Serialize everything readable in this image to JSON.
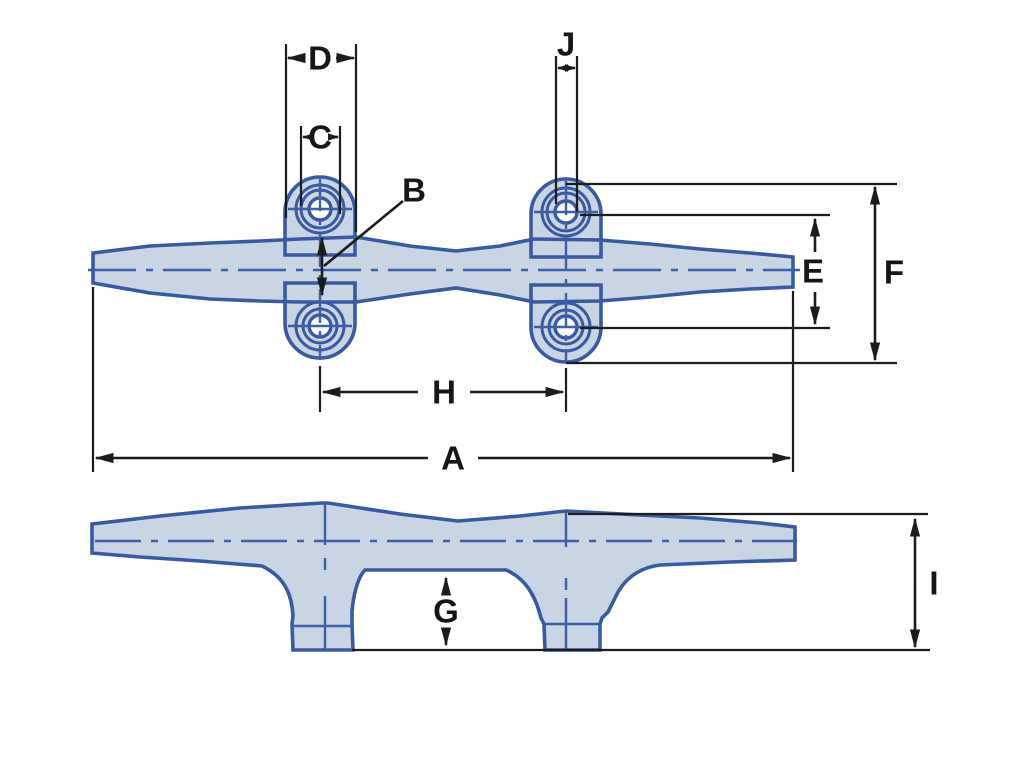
{
  "labels": {
    "A": "A",
    "B": "B",
    "C": "C",
    "D": "D",
    "E": "E",
    "F": "F",
    "G": "G",
    "H": "H",
    "I": "I",
    "J": "J"
  },
  "colors": {
    "background": "#ffffff",
    "part_fill": "#c9d4e4",
    "part_outline": "#3a5aa0",
    "centerline_blue": "#3d5fa8",
    "dimension_black": "#1c1c1c",
    "label_black": "#161616"
  }
}
